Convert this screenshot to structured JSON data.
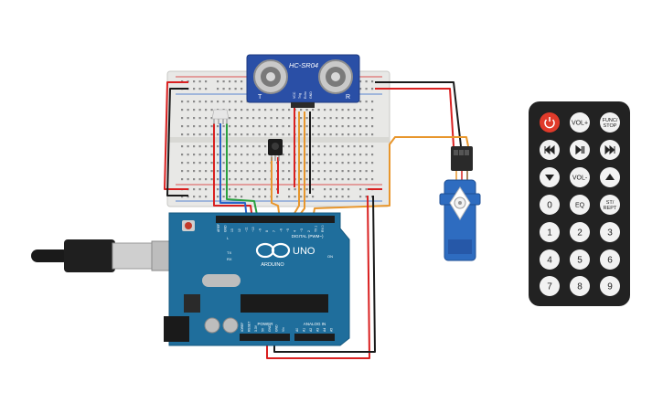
{
  "sensor": {
    "model": "HC-SR04",
    "t_label": "T",
    "r_label": "R",
    "pins": [
      "VCC",
      "Trig",
      "Echo",
      "GND"
    ]
  },
  "arduino": {
    "logo_text": "ARDUINO",
    "model": "UNO",
    "digital_label": "DIGITAL (PWM~)",
    "power_label": "POWER",
    "analog_label": "ANALOG IN",
    "on_label": "ON",
    "tx_label": "TX",
    "rx_label": "RX",
    "l_label": "L",
    "digital_pins": [
      "AREF",
      "GND",
      "13",
      "12",
      "~11",
      "~10",
      "~9",
      "8",
      "7",
      "~6",
      "~5",
      "4",
      "~3",
      "2",
      "TX 1",
      "RX 0"
    ],
    "power_pins": [
      "IOREF",
      "RESET",
      "3.3V",
      "5V",
      "GND",
      "GND",
      "Vin"
    ],
    "analog_pins": [
      "A0",
      "A1",
      "A2",
      "A3",
      "A4",
      "A5"
    ]
  },
  "remote": {
    "rows": [
      [
        "power",
        "VOL+",
        "FUNC/STOP"
      ],
      [
        "prev",
        "play-pause",
        "next"
      ],
      [
        "down",
        "VOL-",
        "up"
      ],
      [
        "0",
        "EQ",
        "ST/REPT"
      ],
      [
        "1",
        "2",
        "3"
      ],
      [
        "4",
        "5",
        "6"
      ],
      [
        "7",
        "8",
        "9"
      ]
    ]
  },
  "colors": {
    "wire_red": "#d92020",
    "wire_black": "#1a1a1a",
    "wire_orange": "#e8962c",
    "wire_blue": "#2a64c8",
    "wire_green": "#2aa040",
    "board": "#1f6e9c",
    "sensor_pcb": "#2a4fa6",
    "servo": "#2e6cc0",
    "remote": "#222222"
  }
}
